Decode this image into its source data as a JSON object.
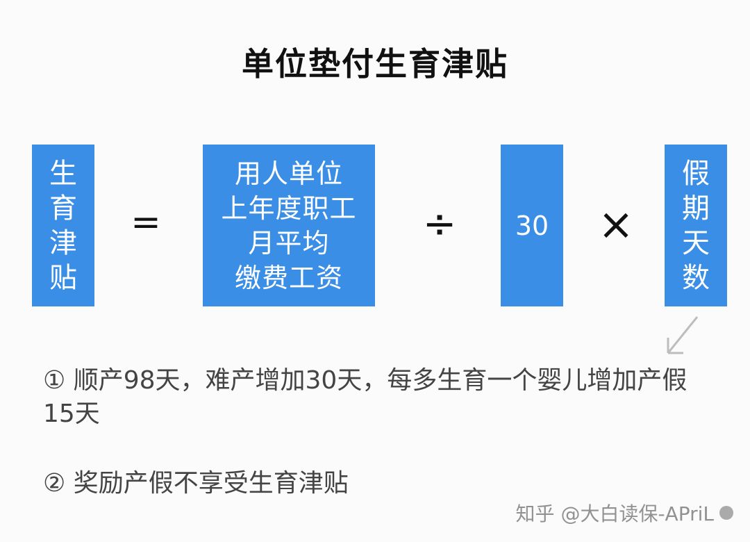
{
  "title": "单位垫付生育津贴",
  "formula": {
    "term1": [
      "生",
      "育",
      "津",
      "贴"
    ],
    "op_equals": "=",
    "term2": [
      "用人单位",
      "上年度职工",
      "月平均",
      "缴费工资"
    ],
    "op_divide": "÷",
    "term3": "30",
    "op_multiply": "×",
    "term4": [
      "假",
      "期",
      "天",
      "数"
    ]
  },
  "notes": {
    "note1": "① 顺产98天，难产增加30天，每多生育一个婴儿增加产假15天",
    "note2": "② 奖励产假不享受生育津贴"
  },
  "watermark": {
    "text": "知乎 @大白读保-APriL"
  },
  "colors": {
    "box": "#3a8ee6",
    "title": "#111111",
    "notes": "#444444"
  }
}
